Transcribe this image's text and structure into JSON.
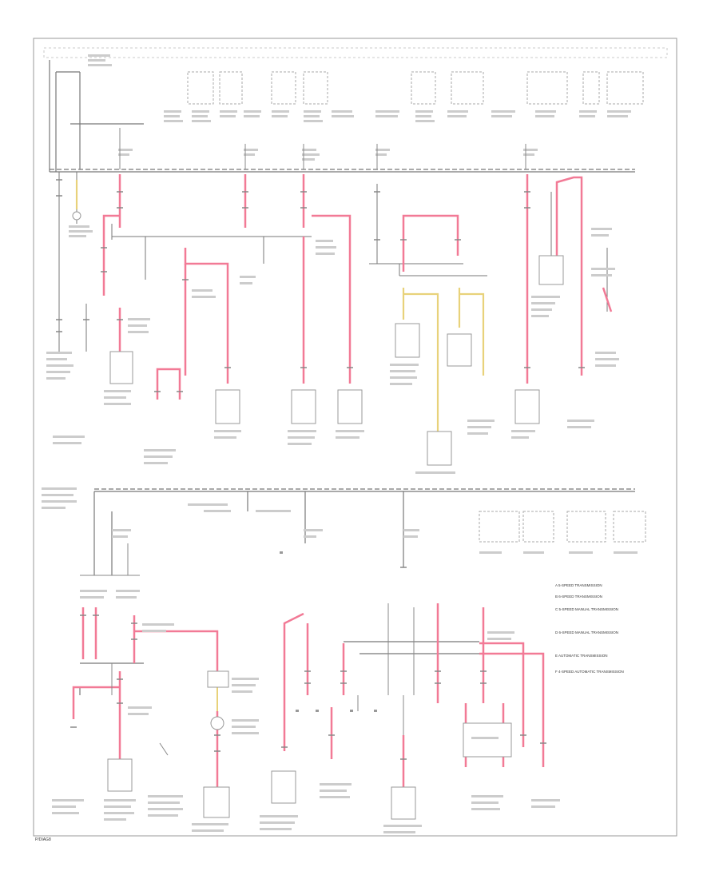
{
  "diagram": {
    "notes": [
      "A  5-SPEED TRANSMISSION",
      "B  6-SPEED TRANSMISSION",
      "C  5-SPEED MANUAL TRANSMISSION",
      "D  6-SPEED MANUAL TRANSMISSION",
      "E  AUTOMATIC TRANSMISSION",
      "F  4-SPEED AUTOMATIC TRANSMISSION"
    ],
    "footer": "P/DIAG8"
  },
  "colors": {
    "pink": "#f27a96",
    "yellow": "#e8d27a",
    "line": "#777777",
    "ink": "#333333"
  }
}
